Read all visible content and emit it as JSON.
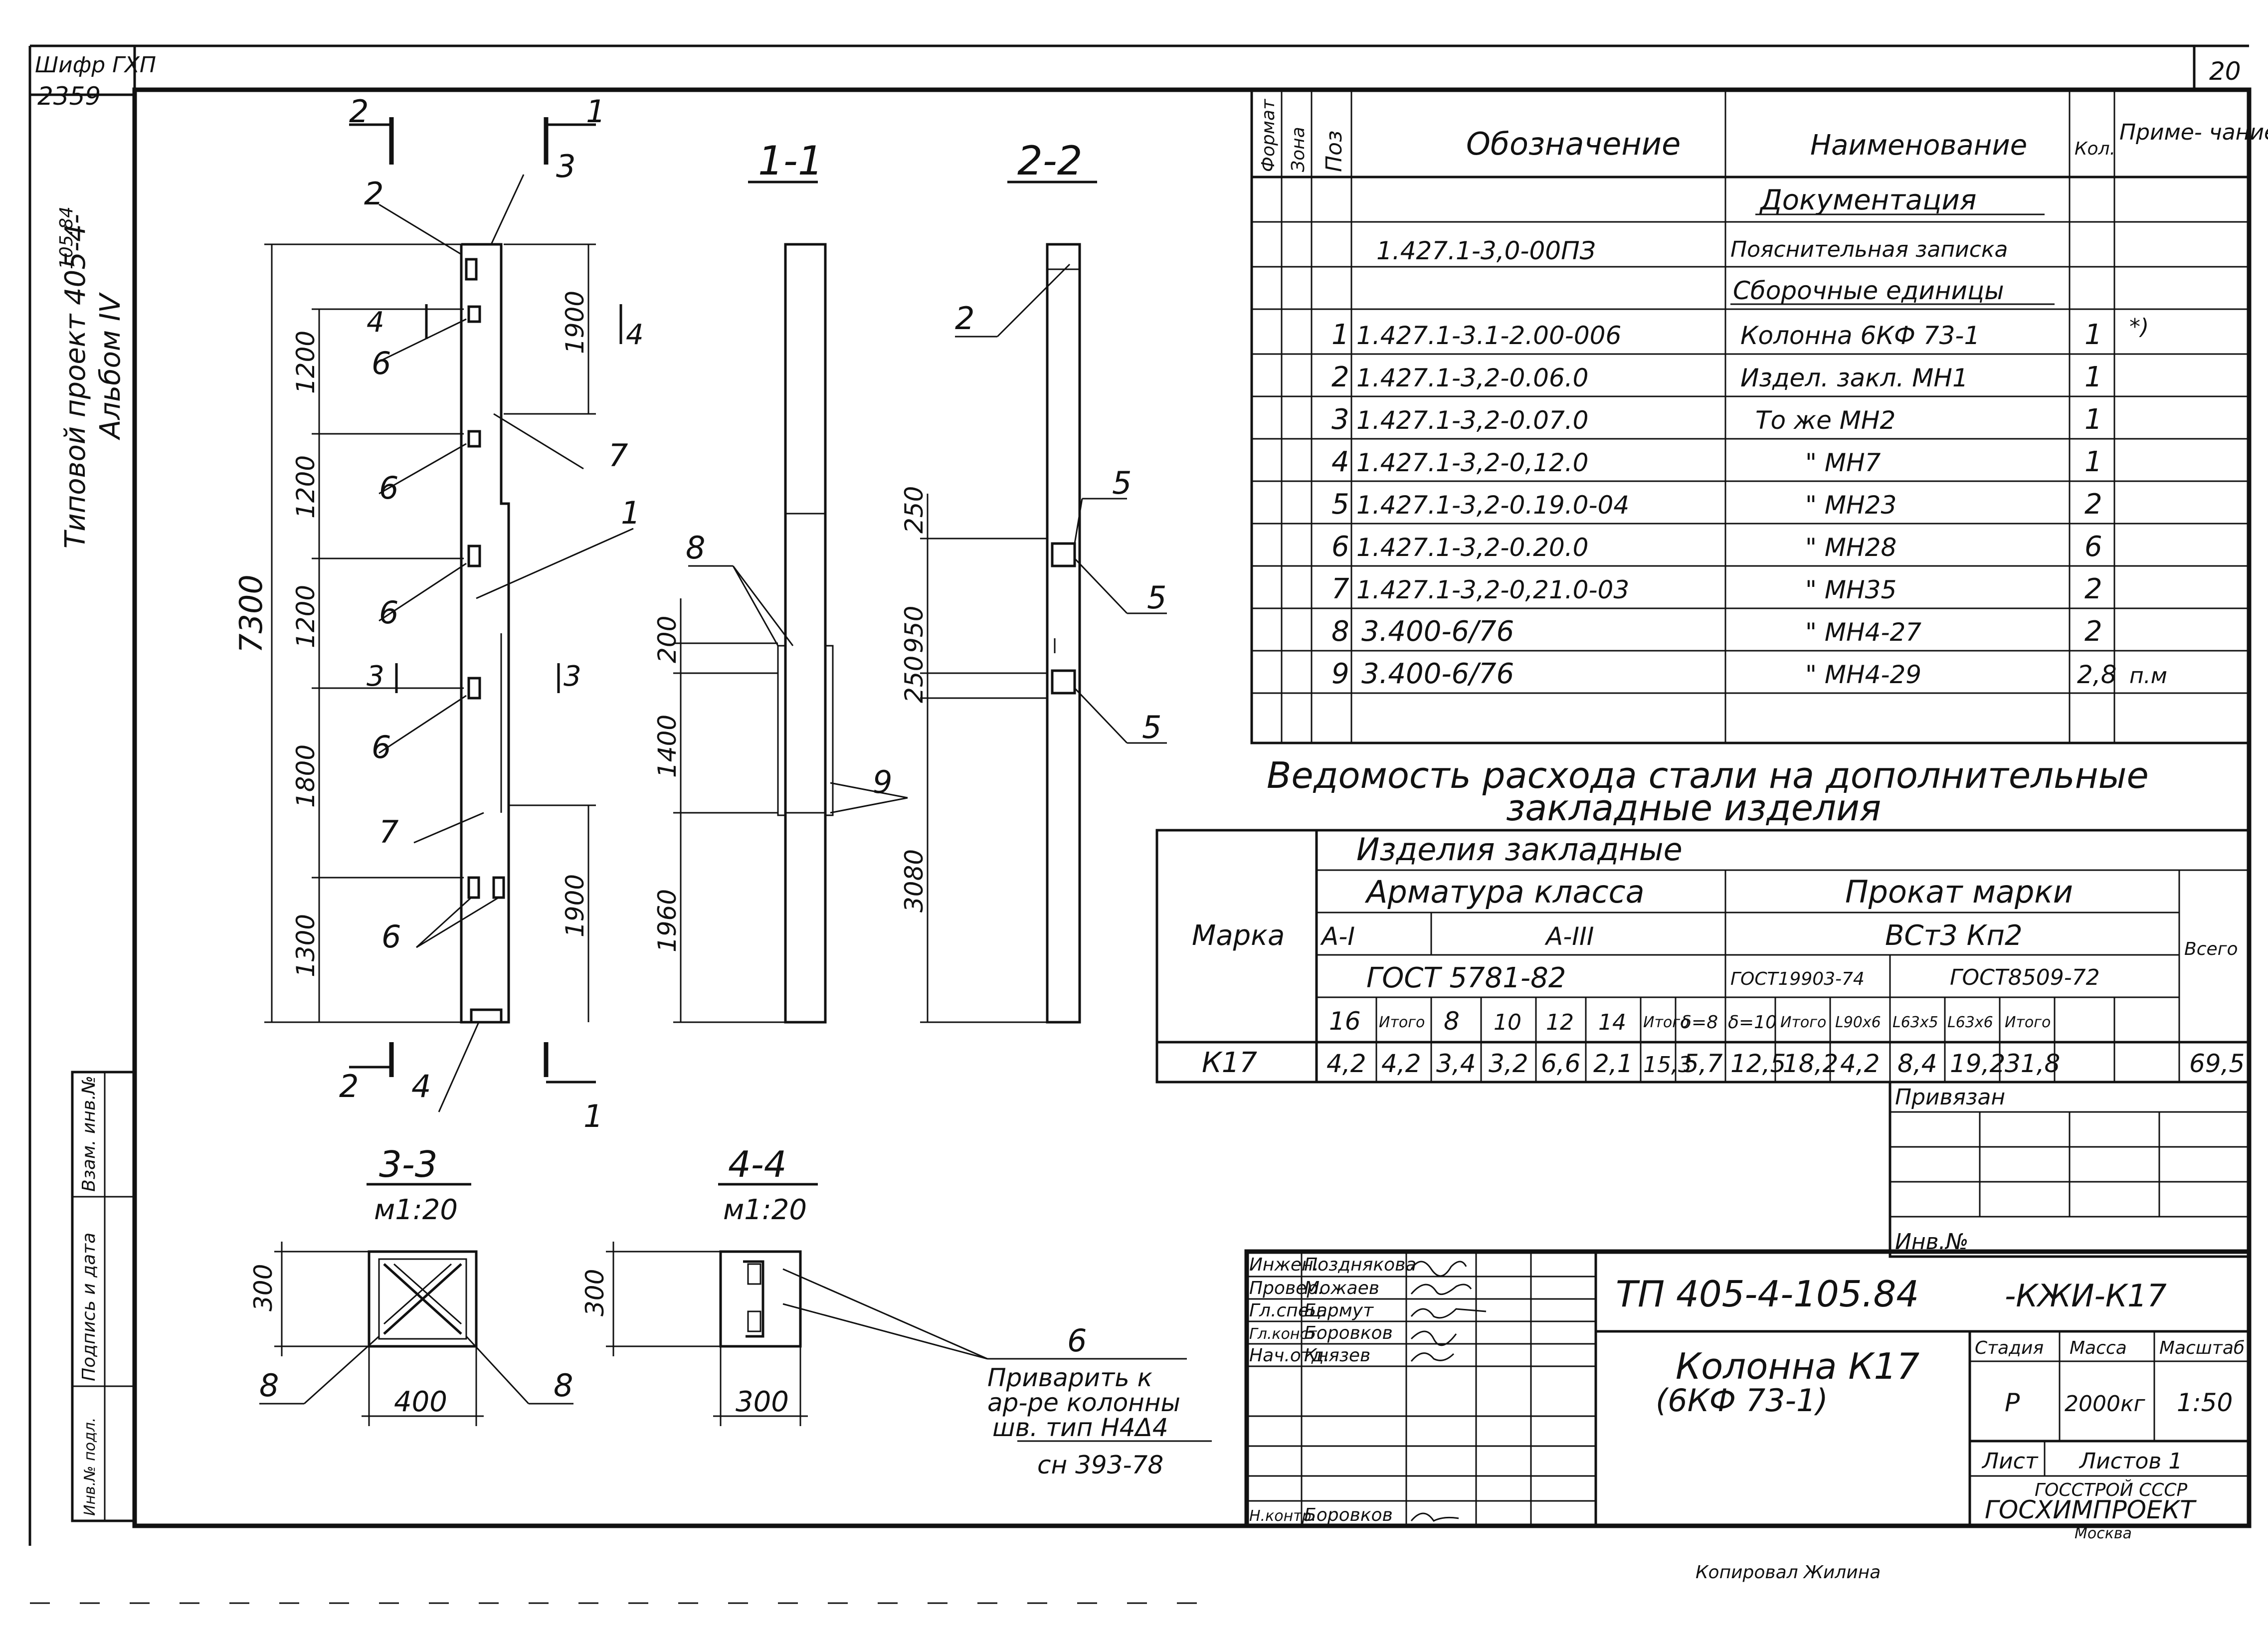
{
  "header": {
    "code_label": "Шифр ГХП",
    "code_number": "2359",
    "sheet_corner": "20",
    "side_project": "Типовой проект 405-4-",
    "side_project_num": "105.84",
    "side_album": "Альбом IV"
  },
  "drawing": {
    "elevation": {
      "total": "7300",
      "spacings": [
        "1200",
        "1200",
        "1200",
        "1800",
        "1300"
      ],
      "right_dims": [
        "1900",
        "1900"
      ],
      "section_marks": [
        "1",
        "2",
        "3",
        "4"
      ],
      "pos_labels": [
        "1",
        "2",
        "3",
        "4",
        "6",
        "7"
      ]
    },
    "section_1_1": {
      "title": "1-1",
      "dims": [
        "200",
        "1400",
        "1960"
      ],
      "pos_labels": [
        "8",
        "9"
      ]
    },
    "section_2_2": {
      "title": "2-2",
      "dims": [
        "250",
        "950",
        "250",
        "3080"
      ],
      "pos_labels": [
        "2",
        "5",
        "5",
        "5"
      ]
    },
    "section_3_3": {
      "title": "3-3",
      "scale": "м1:20",
      "dim_h": "300",
      "dim_w": "400",
      "pos_labels": [
        "8",
        "8"
      ]
    },
    "section_4_4": {
      "title": "4-4",
      "scale": "м1:20",
      "dim_h": "300",
      "dim_w": "300"
    },
    "weld_note": {
      "pos": "6",
      "lines": [
        "Приварить к",
        "ар-ре колонны",
        "шв. тип Н4Δ4"
      ],
      "standard": "сн 393-78"
    }
  },
  "spec_table": {
    "headers": {
      "format": "Формат",
      "zone": "Зона",
      "pos": "Поз",
      "designation": "Обозначение",
      "name": "Наименование",
      "qty": "Кол.",
      "note": "Приме- чание"
    },
    "rows": [
      {
        "pos": "",
        "designation": "",
        "name": "Документация",
        "qty": "",
        "note": ""
      },
      {
        "pos": "",
        "designation": "1.427.1-3,0-00ПЗ",
        "name": "Пояснительная записка",
        "qty": "",
        "note": ""
      },
      {
        "pos": "",
        "designation": "",
        "name": "Сборочные единицы",
        "qty": "",
        "note": ""
      },
      {
        "pos": "1",
        "designation": "1.427.1-3.1-2.00-006",
        "name": "Колонна 6КФ 73-1",
        "qty": "1",
        "note": "*)"
      },
      {
        "pos": "2",
        "designation": "1.427.1-3,2-0.06.0",
        "name": "Издел. закл. МН1",
        "qty": "1",
        "note": ""
      },
      {
        "pos": "3",
        "designation": "1.427.1-3,2-0.07.0",
        "name": "То же МН2",
        "qty": "1",
        "note": ""
      },
      {
        "pos": "4",
        "designation": "1.427.1-3,2-0,12.0",
        "name": "\" МН7",
        "qty": "1",
        "note": ""
      },
      {
        "pos": "5",
        "designation": "1.427.1-3,2-0.19.0-04",
        "name": "\" МН23",
        "qty": "2",
        "note": ""
      },
      {
        "pos": "6",
        "designation": "1.427.1-3,2-0.20.0",
        "name": "\" МН28",
        "qty": "6",
        "note": ""
      },
      {
        "pos": "7",
        "designation": "1.427.1-3,2-0,21.0-03",
        "name": "\" МН35",
        "qty": "2",
        "note": ""
      },
      {
        "pos": "8",
        "designation": "3.400-6/76",
        "name": "\" МН4-27",
        "qty": "2",
        "note": ""
      },
      {
        "pos": "9",
        "designation": "3.400-6/76",
        "name": "\" МН4-29",
        "qty": "2,8",
        "note": "п.м"
      }
    ]
  },
  "steel_table": {
    "title_line1": "Ведомость расхода стали на дополнительные",
    "title_line2": "закладные изделия",
    "mark_header": "Марка",
    "group_header": "Изделия закладные",
    "rebar_header": "Арматура класса",
    "rolled_header": "Прокат марки",
    "class_a1": "А-I",
    "class_a3": "А-III",
    "steel_grade": "ВСт3 Кп2",
    "total_header": "Всего",
    "gost_rebar": "ГОСТ 5781-82",
    "gost_19903": "ГОСТ19903-74",
    "gost_8509": "ГОСТ8509-72",
    "cols": [
      "16",
      "Итого",
      "8",
      "10",
      "12",
      "14",
      "Итого",
      "δ=8",
      "δ=10",
      "Итого",
      "L90x6",
      "L63x5",
      "L63x6",
      "Итого"
    ],
    "row": {
      "mark": "К17",
      "values": [
        "4,2",
        "4,2",
        "3,4",
        "3,2",
        "6,6",
        "2,1",
        "15,3",
        "5,7",
        "12,5",
        "18,2",
        "4,2",
        "8,4",
        "19,2",
        "31,8"
      ],
      "total": "69,5"
    }
  },
  "title_block": {
    "bound": "Привязан",
    "inv": "Инв.№",
    "side_labels": [
      "Взам. инв.№",
      "Подпись и дата",
      "Инв.№ подл."
    ],
    "roles": [
      {
        "role": "Инжен.",
        "name": "Позднякова"
      },
      {
        "role": "Провер.",
        "name": "Можаев"
      },
      {
        "role": "Гл.спец.",
        "name": "Бармут"
      },
      {
        "role": "Гл.конст.",
        "name": "Боровков"
      },
      {
        "role": "Нач.отд.",
        "name": "Князев"
      },
      {
        "role": "Н.контр.",
        "name": "Боровков"
      }
    ],
    "doc_code": "ТП 405-4-105.84",
    "doc_suffix": "-КЖИ-К17",
    "item_name": "Колонна К17",
    "item_sub": "(6КФ 73-1)",
    "stage_label": "Стадия",
    "mass_label": "Масса",
    "scale_label": "Масштаб",
    "stage": "Р",
    "mass": "2000кг",
    "scale": "1:50",
    "sheet_label": "Лист",
    "sheets_label": "Листов 1",
    "org1": "ГОССТРОЙ СССР",
    "org2": "ГОСХИМПРОЕКТ",
    "city": "Москва",
    "copied": "Копировал Жилина"
  }
}
